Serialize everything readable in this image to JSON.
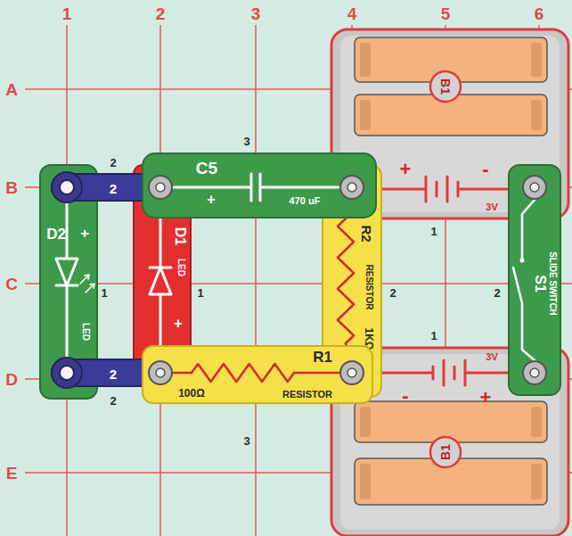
{
  "diagram": {
    "nodes": [
      {
        "text": [
          "B1",
          "+",
          "-",
          "3V"
        ]
      },
      {
        "text": [
          "C5",
          "+",
          "470 uF"
        ]
      },
      {
        "text": [
          "2"
        ]
      },
      {
        "text": [
          "D2",
          "+",
          "LED"
        ]
      },
      {
        "text": [
          "D1",
          "LED",
          "+"
        ]
      },
      {
        "text": [
          "R2",
          "RESISTOR",
          "1KΩ"
        ]
      },
      {
        "text": [
          "S1",
          "SLIDE SWITCH"
        ]
      },
      {
        "text": [
          "2"
        ]
      },
      {
        "text": [
          "R1",
          "100Ω",
          "RESISTOR"
        ]
      },
      {
        "text": [
          "B1",
          "-",
          "+",
          "3V"
        ]
      }
    ],
    "labels": [
      "1",
      "2",
      "3",
      "4",
      "5",
      "6",
      "A",
      "B",
      "C",
      "D",
      "E",
      "2",
      "3",
      "1",
      "1",
      "1",
      "2",
      "2",
      "1",
      "2",
      "3"
    ]
  }
}
